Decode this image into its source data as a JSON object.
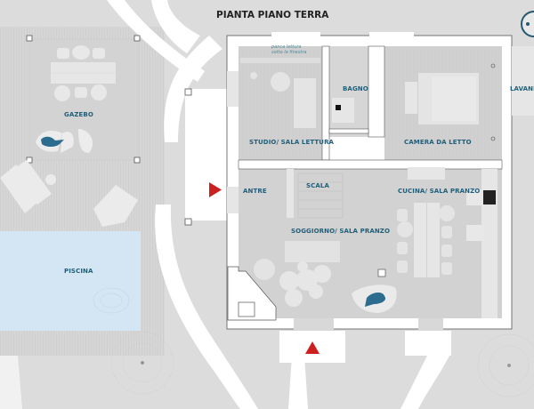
{
  "plan": {
    "title": "PIANTA PIANO TERRA",
    "note_line1": "panca lettura",
    "note_line2": "sotto la finestra",
    "rooms": {
      "studio": "STUDIO/ SALA LETTURA",
      "bagno": "BAGNO",
      "camera": "CAMERA DA LETTO",
      "lavanderia": "LAVAND",
      "antre": "ANTRE",
      "scala": "SCALA",
      "soggiorno": "SOGGIORNO/ SALA PRANZO",
      "cucina": "CUCINA/ SALA PRANZO",
      "gazebo": "GAZEBO",
      "piscina": "PISCINA"
    },
    "icons": {
      "entrance_marker": "red-triangle",
      "compass": "north-compass",
      "plant": "blue-plant"
    },
    "colors": {
      "background": "#dcdcdc",
      "floor": "#d2d2d2",
      "wall": "#ffffff",
      "wall_line": "#555555",
      "label": "#1f5f7a",
      "pool": "#d4e6f3",
      "entrance": "#cc1f1f",
      "plant": "#2b6c8f"
    }
  }
}
